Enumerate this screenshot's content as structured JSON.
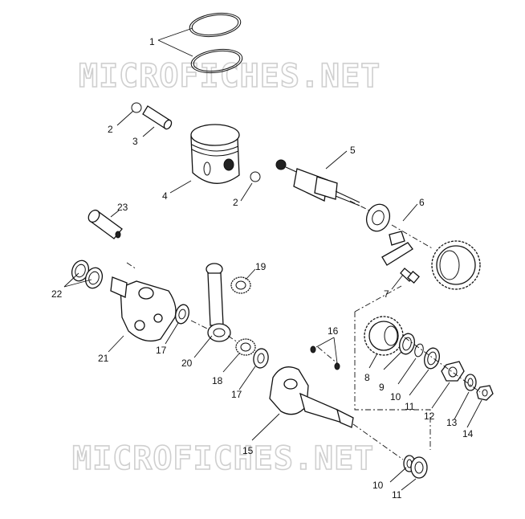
{
  "watermark": "MICROFICHES.NET",
  "callouts": {
    "c1": "1",
    "c2a": "2",
    "c2b": "2",
    "c3": "3",
    "c4": "4",
    "c5": "5",
    "c6": "6",
    "c7": "7",
    "c8": "8",
    "c9": "9",
    "c10a": "10",
    "c11a": "11",
    "c10b": "10",
    "c11b": "11",
    "c12": "12",
    "c13": "13",
    "c14": "14",
    "c15": "15",
    "c16": "16",
    "c17a": "17",
    "c17b": "17",
    "c18": "18",
    "c19": "19",
    "c20": "20",
    "c21": "21",
    "c22": "22",
    "c23": "23"
  }
}
